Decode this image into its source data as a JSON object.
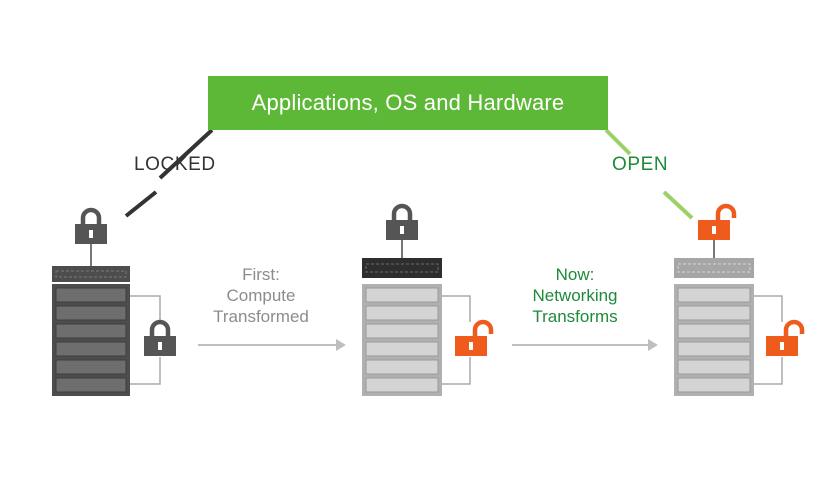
{
  "banner": {
    "title": "Applications, OS and Hardware"
  },
  "tags": {
    "locked": "LOCKED",
    "open": "OPEN"
  },
  "captions": {
    "first": {
      "line1": "First:",
      "line2": "Compute",
      "line3": "Transformed"
    },
    "now": {
      "line1": "Now:",
      "line2": "Networking",
      "line3": "Transforms"
    }
  },
  "colors": {
    "banner_green": "#5cb836",
    "open_green": "#1e8a3a",
    "lock_dark": "#555555",
    "lock_orange": "#ef5a1d",
    "arrow_gray": "#bfbfbf",
    "text_gray": "#8c8c8c"
  },
  "stages": [
    {
      "stage": "legacy",
      "top_lock": "closed-lock-icon",
      "side_lock": "closed-lock-icon",
      "top_unit": "dark"
    },
    {
      "stage": "compute-transformed",
      "top_lock": "closed-lock-icon",
      "side_lock": "open-lock-icon",
      "top_unit": "black"
    },
    {
      "stage": "networking-transforms",
      "top_lock": "open-lock-icon",
      "side_lock": "open-lock-icon",
      "top_unit": "light"
    }
  ]
}
